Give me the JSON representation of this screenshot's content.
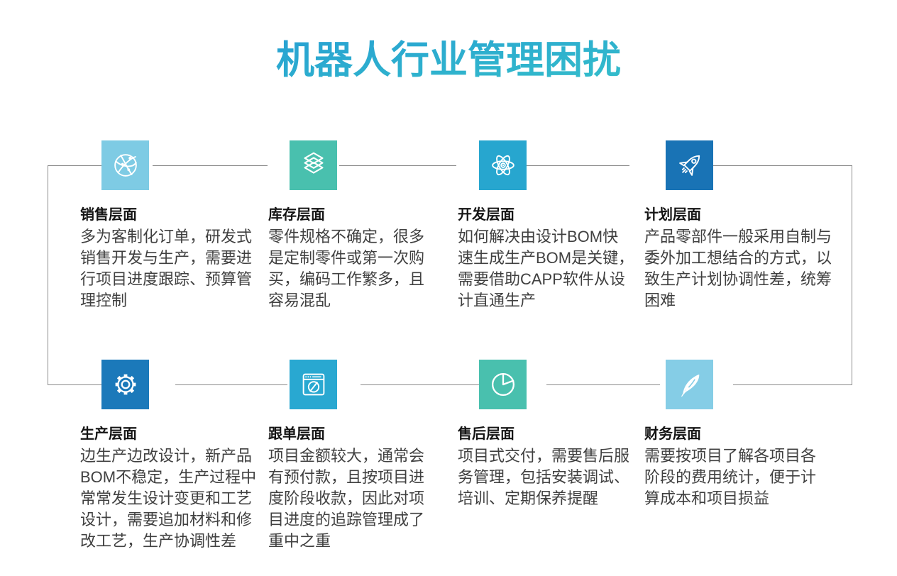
{
  "page": {
    "title": "机器人行业管理困扰",
    "title_gradient_start": "#2397d5",
    "title_gradient_end": "#37c5c8"
  },
  "connector_color": "#8c8c8c",
  "sections": [
    {
      "id": "sales",
      "icon": "globe-network-icon",
      "color": "#7ecbe4",
      "title": "销售层面",
      "desc": [
        "多为客制化订单，研发式",
        "销售开发与生产，需要进",
        "行项目进度跟踪、预算管",
        "理控制"
      ]
    },
    {
      "id": "inventory",
      "icon": "layers-icon",
      "color": "#49c0ae",
      "title": "库存层面",
      "desc": [
        "零件规格不确定，很多",
        "是定制零件或第一次购",
        "买，编码工作繁多，且",
        "容易混乱"
      ]
    },
    {
      "id": "development",
      "icon": "atom-icon",
      "color": "#27a6cf",
      "title": "开发层面",
      "desc": [
        "如何解决由设计BOM快",
        "速生成生产BOM是关键，",
        "需要借助CAPP软件从设",
        "计直通生产"
      ]
    },
    {
      "id": "planning",
      "icon": "rocket-icon",
      "color": "#1973b5",
      "title": "计划层面",
      "desc": [
        "产品零部件一般采用自制与",
        "委外加工想结合的方式，以",
        "致生产计划协调性差，统筹",
        "困难"
      ]
    },
    {
      "id": "production",
      "icon": "gear-icon",
      "color": "#1b79ba",
      "title": "生产层面",
      "desc": [
        "边生产边改设计，新产品",
        "BOM不稳定，生产过程中",
        "常常发生设计变更和工艺",
        "设计，需要追加材料和修",
        "改工艺，生产协调性差"
      ]
    },
    {
      "id": "order-tracking",
      "icon": "browser-compass-icon",
      "color": "#29a8d1",
      "title": "跟单层面",
      "desc": [
        "项目金额较大，通常会",
        "有预付款，且按项目进",
        "度阶段收款，因此对项",
        "目进度的追踪管理成了",
        "重中之重"
      ]
    },
    {
      "id": "after-sales",
      "icon": "pie-chart-icon",
      "color": "#49c0ae",
      "title": "售后层面",
      "desc": [
        "项目式交付，需要售后服",
        "务管理，包括安装调试、",
        "培训、定期保养提醒"
      ]
    },
    {
      "id": "finance",
      "icon": "feather-icon",
      "color": "#85cde6",
      "title": "财务层面",
      "desc": [
        "需要按项目了解各项目各",
        "阶段的费用统计，便于计",
        "算成本和项目损益"
      ]
    }
  ]
}
